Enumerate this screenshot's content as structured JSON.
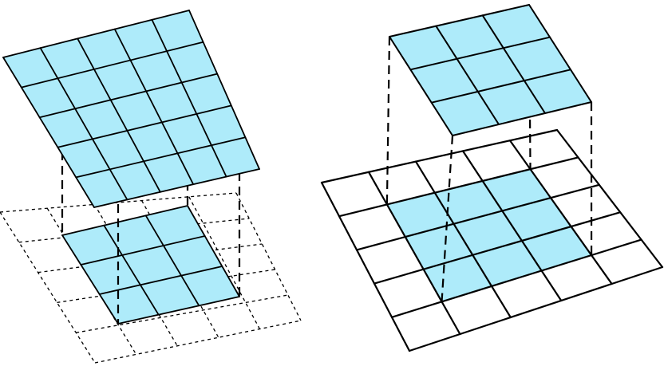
{
  "colors": {
    "cell_fill": "#aeebfa",
    "grid_stroke": "#000000",
    "background": "#ffffff"
  },
  "left_figure": {
    "input_grid": {
      "rows": 5,
      "cols": 5,
      "border": "dotted",
      "fill": "none"
    },
    "kernel_window": {
      "rows": 3,
      "cols": 3,
      "fill": "cell_fill"
    },
    "output_grid": {
      "rows": 5,
      "cols": 5,
      "fill": "cell_fill"
    },
    "connectors": "dashed"
  },
  "right_figure": {
    "input_grid": {
      "rows": 5,
      "cols": 5,
      "border": "solid"
    },
    "highlighted_region": {
      "rows": 3,
      "cols": 3,
      "start_row": 1,
      "start_col": 1,
      "fill": "cell_fill"
    },
    "output_grid": {
      "rows": 3,
      "cols": 3,
      "fill": "cell_fill"
    },
    "connectors": "dashed"
  }
}
